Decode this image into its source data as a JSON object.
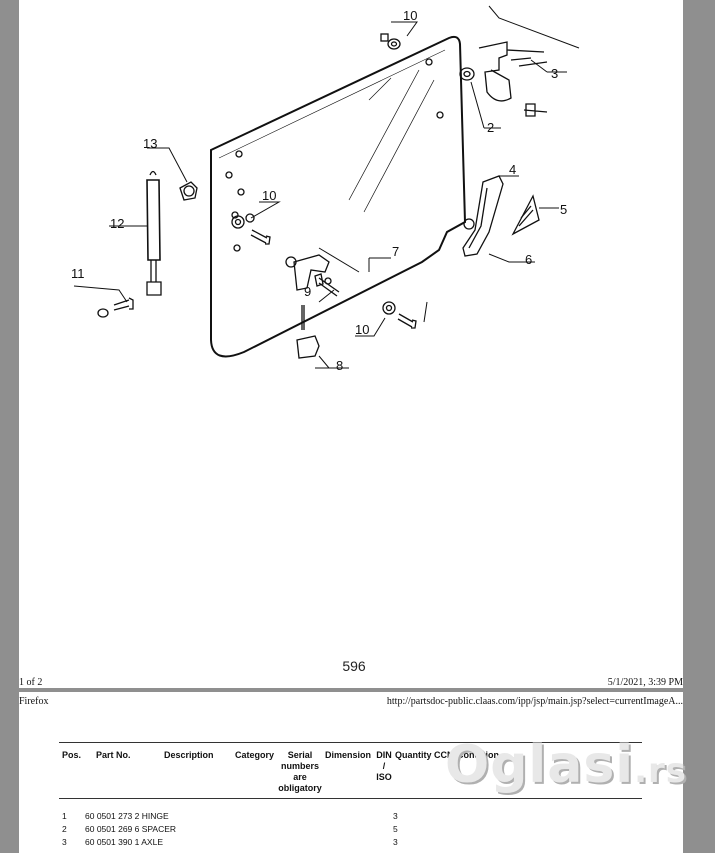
{
  "page1": {
    "callouts": [
      "10",
      "3",
      "2",
      "13",
      "12",
      "10",
      "4",
      "5",
      "6",
      "7",
      "11",
      "9",
      "10",
      "8"
    ],
    "page_number": "596",
    "footer_left": "1 of 2",
    "footer_right": "5/1/2021, 3:39 PM"
  },
  "page2": {
    "header_left": "Firefox",
    "header_right": "http://partsdoc-public.claas.com/ipp/jsp/main.jsp?select=currentImageA...",
    "columns": {
      "pos": "Pos.",
      "part_no": "Part No.",
      "description": "Description",
      "category": "Category",
      "serial": [
        "Serial",
        "numbers",
        "are",
        "obligatory"
      ],
      "dimension": "Dimension",
      "din_iso": [
        "DIN",
        "/",
        "ISO"
      ],
      "quantity": "Quantity",
      "ccn": "CCN",
      "condition": "Condition"
    },
    "rows": [
      {
        "pos": "1",
        "part": "60 0501 273 2 HINGE",
        "qty": "3"
      },
      {
        "pos": "2",
        "part": "60 0501 269 6 SPACER",
        "qty": "5"
      },
      {
        "pos": "3",
        "part": "60 0501 390 1 AXLE",
        "qty": "3"
      }
    ]
  },
  "watermark": {
    "brand": "Oglasi",
    "tld": ".rs",
    "color": "#e8e8e8"
  }
}
